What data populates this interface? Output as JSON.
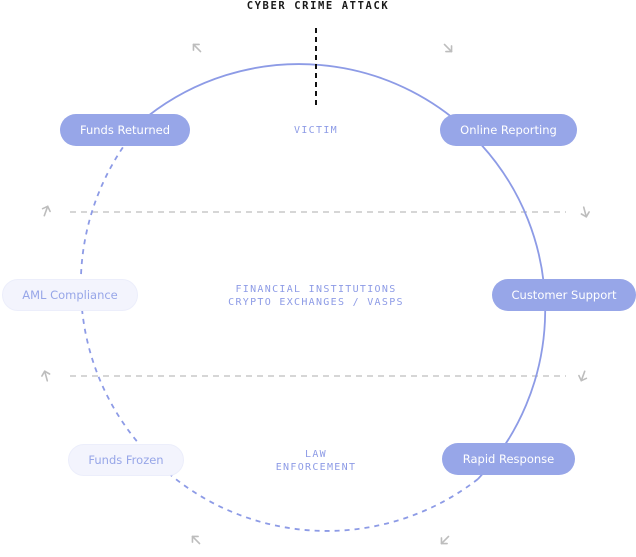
{
  "title": "CYBER CRIME ATTACK",
  "zones": {
    "victim": "VICTIM",
    "financial": "FINANCIAL INSTITUTIONS\nCRYPTO EXCHANGES / VASPS",
    "law": "LAW\nENFORCEMENT"
  },
  "steps": [
    {
      "label": "Funds Returned",
      "state": "active"
    },
    {
      "label": "Online Reporting",
      "state": "active"
    },
    {
      "label": "AML Compliance",
      "state": "inactive"
    },
    {
      "label": "Customer Support",
      "state": "active"
    },
    {
      "label": "Funds Frozen",
      "state": "inactive"
    },
    {
      "label": "Rapid Response",
      "state": "active"
    }
  ],
  "colors": {
    "accent": "#97a6e8",
    "cycle_line": "#8d9be6",
    "divider": "#c8c8c8",
    "arrow": "#bdbdbd",
    "inactive_bg": "#f3f4fd",
    "title": "#1a1a1a"
  }
}
